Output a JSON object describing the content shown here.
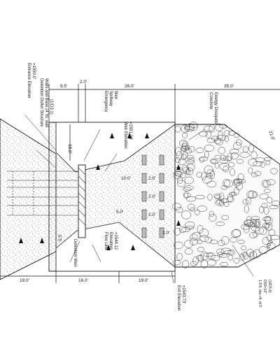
{
  "dimensions": {
    "top_left": "9.5'",
    "top_gap": "2.0'",
    "top_mid": "26.0'",
    "top_right": "35.0'",
    "bottom_left": "19.0'",
    "bottom_mid": "16.0'",
    "bottom_right": "19.0'",
    "vert_left": "18.0'",
    "inner_a": "10.0'",
    "inner_b": "2.0'",
    "inner_c": "5.0'",
    "inner_d": "2.0'",
    "inner_e": "2.0'",
    "inner_f": "2.0'",
    "side_small": "0.5'",
    "right_upper": "21.0'",
    "right_lower": "10.0'"
  },
  "labels": {
    "entrance_1": "Entrance Elevation",
    "entrance_2": "=1550.0'",
    "detention_1": "Detention Outlet Structure",
    "detention_2": "Walls and Base (4' ht. wall",
    "detention_3": "(1/D3.1)",
    "spillway_1": "Emergency",
    "spillway_2": "Spillway",
    "spillway_3": "Weir",
    "weir_elev_1": "Weir Elevation",
    "weir_elev_2": "=1551.00'",
    "concrete_1": "Concrete",
    "concrete_2": "Energy Dissipator",
    "flowline_1": "Flow Line",
    "flowline_2": "Elevation",
    "flowline_3": "=1544.12",
    "detention_weir": "Detention Weir",
    "exit_1": "Exit Elevation",
    "exit_2": "=1543.73'",
    "riprap_1": "1.5'ft. dia.+ft. of F",
    "riprap_2": "D50=12\"",
    "riprap_3": "(1/D3.4)"
  }
}
